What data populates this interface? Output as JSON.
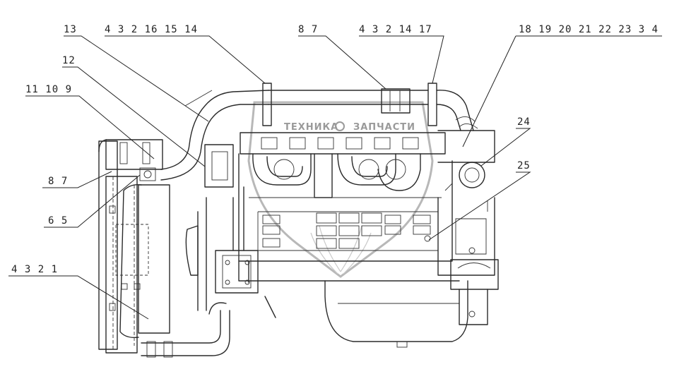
{
  "callouts": {
    "c13": "13",
    "c12": "12",
    "c11_10_9": "11 10 9",
    "c4_3_2_16_15_14": "4 3 2 16 15 14",
    "c8_7_top": "8 7",
    "c4_3_2_14_17": "4 3 2 14 17",
    "c18_23_3_4": "18 19 20 21 22 23 3 4",
    "c24": "24",
    "c25": "25",
    "c8_7_left": "8 7",
    "c6_5": "6 5",
    "c4_3_2_1": "4 3 2 1"
  },
  "watermark": {
    "left": "ТЕХНИКА",
    "right": "ЗАПЧАСТИ"
  }
}
